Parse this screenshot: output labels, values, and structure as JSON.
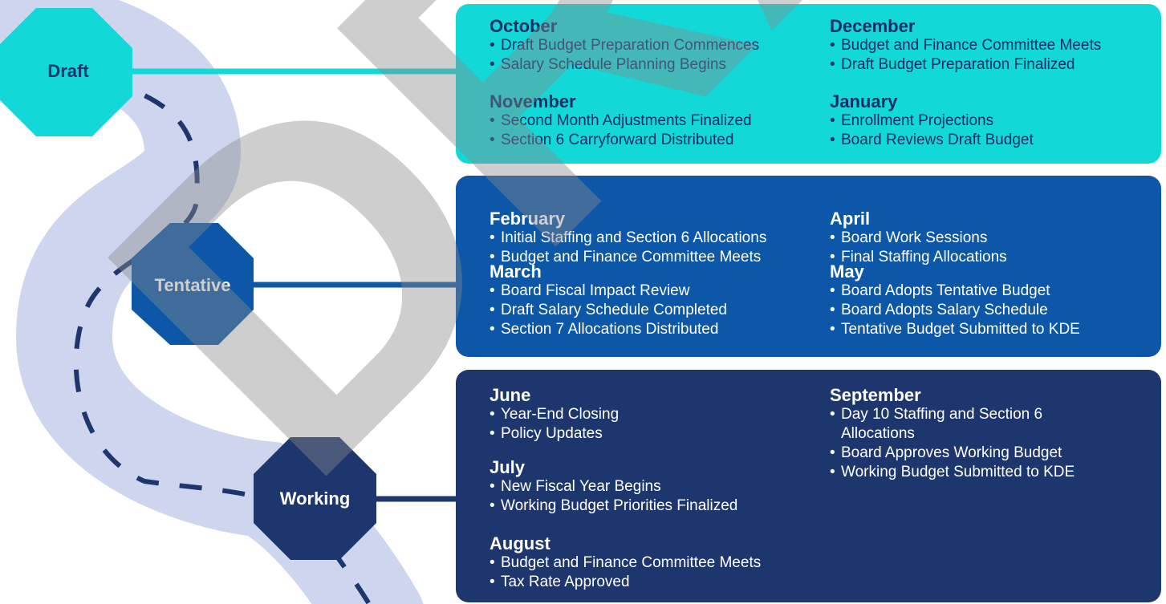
{
  "stages": {
    "draft": {
      "label": "Draft",
      "months": [
        {
          "name": "October",
          "items": [
            "Draft Budget Preparation Commences",
            "Salary Schedule Planning Begins"
          ]
        },
        {
          "name": "November",
          "items": [
            "Second Month Adjustments Finalized",
            "Section 6 Carryforward Distributed"
          ]
        },
        {
          "name": "December",
          "items": [
            "Budget and Finance Committee Meets",
            "Draft Budget Preparation Finalized"
          ]
        },
        {
          "name": "January",
          "items": [
            "Enrollment Projections",
            "Board Reviews Draft Budget"
          ]
        }
      ]
    },
    "tentative": {
      "label": "Tentative",
      "months": [
        {
          "name": "February",
          "items": [
            "Initial Staffing and Section 6 Allocations",
            "Budget and Finance Committee Meets"
          ]
        },
        {
          "name": "March",
          "items": [
            "Board Fiscal Impact Review",
            "Draft Salary Schedule Completed",
            "Section 7 Allocations Distributed"
          ]
        },
        {
          "name": "April",
          "items": [
            "Board Work Sessions",
            "Final Staffing Allocations"
          ]
        },
        {
          "name": "May",
          "items": [
            "Board Adopts Tentative Budget",
            "Board Adopts Salary Schedule",
            "Tentative Budget Submitted to KDE"
          ]
        }
      ]
    },
    "working": {
      "label": "Working",
      "months": [
        {
          "name": "June",
          "items": [
            "Year-End Closing",
            "Policy Updates"
          ]
        },
        {
          "name": "July",
          "items": [
            "New Fiscal Year Begins",
            "Working Budget Priorities Finalized"
          ]
        },
        {
          "name": "August",
          "items": [
            "Budget and Finance Committee Meets",
            "Tax Rate Approved"
          ]
        },
        {
          "name": "September",
          "items": [
            "Day 10 Staffing and Section 6 Allocations",
            "Board Approves Working Budget",
            "Working Budget Submitted to KDE"
          ]
        }
      ]
    }
  },
  "colors": {
    "draft": "#12d8d8",
    "tentative": "#0c57a8",
    "working": "#1e366e",
    "road": "#cdd6ee",
    "dash": "#1e366e",
    "watermark": "#8a8a8a"
  },
  "watermark_text": "DRAFT"
}
